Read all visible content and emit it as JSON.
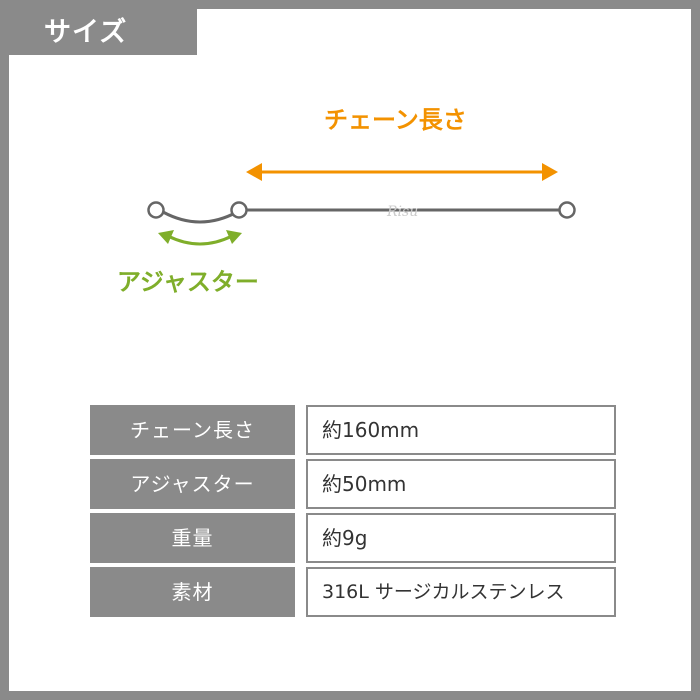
{
  "header": {
    "title": "サイズ"
  },
  "diagram": {
    "chain_length_label": "チェーン長さ",
    "adjuster_label": "アジャスター",
    "watermark": "Risu",
    "colors": {
      "chain_arrow": "#f39200",
      "adjuster_arrow": "#7fae2a",
      "chain": "#666666"
    }
  },
  "specs": [
    {
      "label": "チェーン長さ",
      "value": "約160mm"
    },
    {
      "label": "アジャスター",
      "value": "約50mm"
    },
    {
      "label": "重量",
      "value": "約9g"
    },
    {
      "label": "素材",
      "value": "316L サージカルステンレス"
    }
  ]
}
